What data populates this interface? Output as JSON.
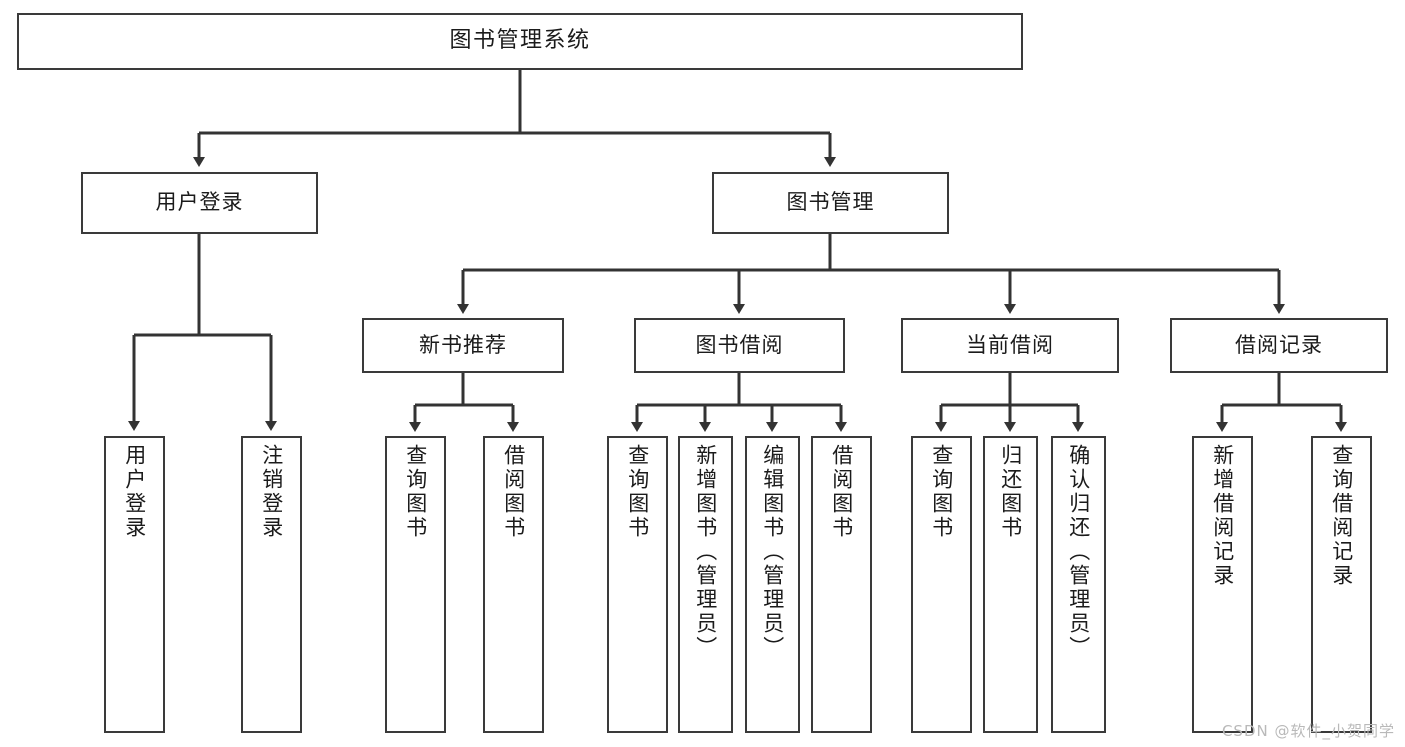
{
  "diagram": {
    "type": "tree",
    "title": "图书管理系统",
    "watermark": "CSDN @软件_小贺同学",
    "colors": {
      "box_border": "#3a3a3a",
      "box_fill": "#ffffff",
      "connector": "#333333",
      "text": "#1b1b1b",
      "watermark": "#b9b9b9",
      "background": "#ffffff"
    },
    "levels": {
      "root": {
        "label": "图书管理系统"
      },
      "level2": [
        {
          "id": "user-login",
          "label": "用户登录"
        },
        {
          "id": "book-management",
          "label": "图书管理"
        }
      ],
      "level3": [
        {
          "id": "new-book-recommend",
          "label": "新书推荐",
          "parent": "book-management"
        },
        {
          "id": "book-borrow",
          "label": "图书借阅",
          "parent": "book-management"
        },
        {
          "id": "current-borrow",
          "label": "当前借阅",
          "parent": "book-management"
        },
        {
          "id": "borrow-record",
          "label": "借阅记录",
          "parent": "book-management"
        }
      ],
      "leaves": [
        {
          "id": "leaf-user-login",
          "label": "用户登录",
          "parent": "user-login"
        },
        {
          "id": "leaf-logout-login",
          "label": "注销登录",
          "parent": "user-login"
        },
        {
          "id": "leaf-query-book-1",
          "label": "查询图书",
          "parent": "new-book-recommend"
        },
        {
          "id": "leaf-borrow-book-1",
          "label": "借阅图书",
          "parent": "new-book-recommend"
        },
        {
          "id": "leaf-query-book-2",
          "label": "查询图书",
          "parent": "book-borrow"
        },
        {
          "id": "leaf-add-book",
          "label": "新增图书（管理员）",
          "parent": "book-borrow"
        },
        {
          "id": "leaf-edit-book",
          "label": "编辑图书（管理员）",
          "parent": "book-borrow"
        },
        {
          "id": "leaf-borrow-book-2",
          "label": "借阅图书",
          "parent": "book-borrow"
        },
        {
          "id": "leaf-query-book-3",
          "label": "查询图书",
          "parent": "current-borrow"
        },
        {
          "id": "leaf-return-book",
          "label": "归还图书",
          "parent": "current-borrow"
        },
        {
          "id": "leaf-confirm-return",
          "label": "确认归还（管理员）",
          "parent": "current-borrow"
        },
        {
          "id": "leaf-add-record",
          "label": "新增借阅记录",
          "parent": "borrow-record"
        },
        {
          "id": "leaf-query-record",
          "label": "查询借阅记录",
          "parent": "borrow-record"
        }
      ]
    }
  }
}
